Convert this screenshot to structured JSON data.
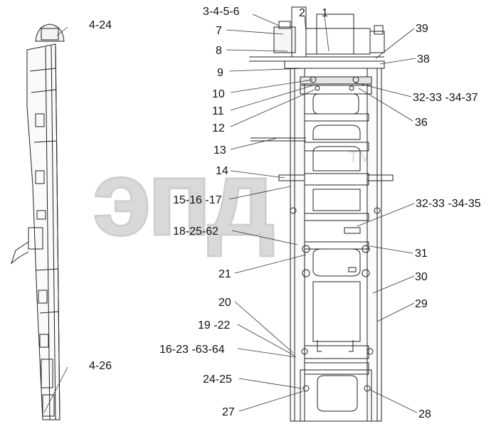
{
  "drawing": {
    "watermark": {
      "text": "эпд",
      "trademark": "TM"
    },
    "labels": [
      "4-24",
      "4-26",
      "3-4-5-6",
      "2",
      "1",
      "7",
      "8",
      "9",
      "10",
      "11",
      "12",
      "13",
      "14",
      "15-16 -17",
      "18-25-62",
      "21",
      "20",
      "19 -22",
      "16-23 -63-64",
      "24-25",
      "27",
      "39",
      "38",
      "32-33 -34-37",
      "36",
      "32-33 -34-35",
      "31",
      "30",
      "29",
      "28"
    ]
  }
}
